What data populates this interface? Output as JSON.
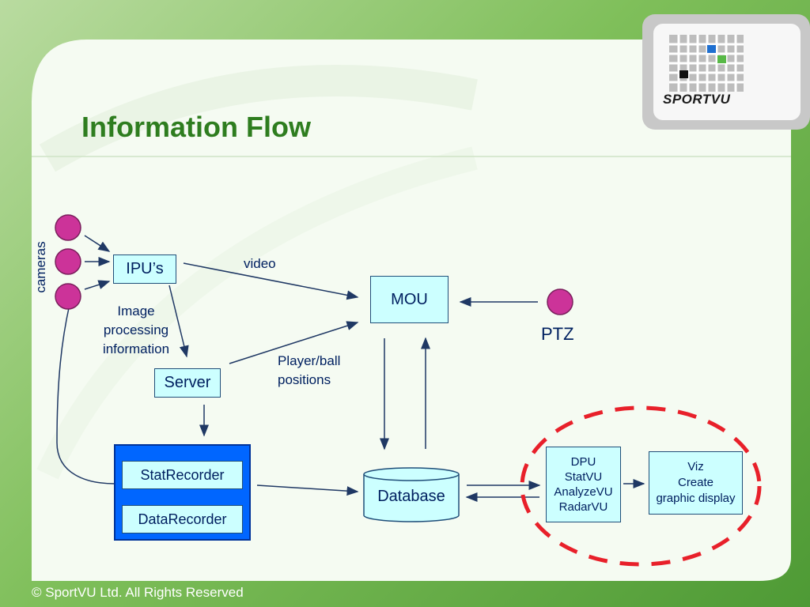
{
  "slide": {
    "title": "Information Flow",
    "footer": "© SportVU Ltd. All Rights Reserved",
    "logo_text": "SPORTVU"
  },
  "labels": {
    "cameras": "cameras",
    "video": "video",
    "image_processing": [
      "Image",
      "processing",
      "information"
    ],
    "player_ball": [
      "Player/ball",
      "positions"
    ],
    "ptz": "PTZ"
  },
  "nodes": {
    "ipus": "IPU’s",
    "mou": "MOU",
    "server": "Server",
    "statrecorder": "StatRecorder",
    "datarecorder": "DataRecorder",
    "database": "Database",
    "dpu": [
      "DPU",
      "StatVU",
      "AnalyzeVU",
      "RadarVU"
    ],
    "viz": [
      "Viz",
      "Create",
      "graphic display"
    ]
  },
  "colors": {
    "title": "#2e7d1f",
    "node_fill": "#ccffff",
    "node_text": "#002060",
    "camera": "#cc3399",
    "recorder_group": "#0066ff",
    "highlight": "#e8202a"
  }
}
